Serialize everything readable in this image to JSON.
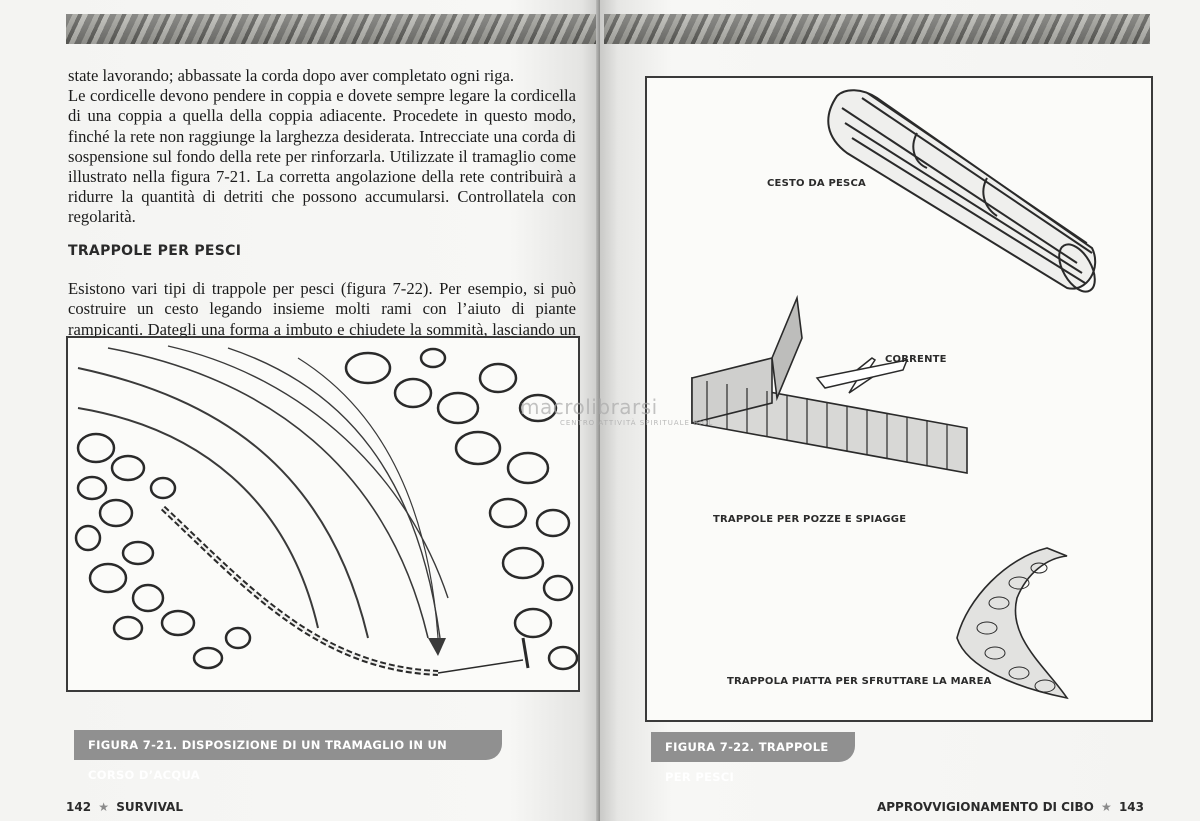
{
  "left_page": {
    "paragraph_1": "state lavorando; abbassate la corda dopo aver completato ogni riga.",
    "paragraph_2": "Le cordicelle devono pendere in coppia e dovete sempre legare la cordicella di una coppia a quella della coppia adiacente. Procedete in questo modo, finché la rete non raggiunge la larghezza desiderata. Intrecciate una corda di sospensione sul fondo della rete per rinforzarla. Utilizzate il tramaglio come illustrato nella figura 7-21. La corretta angolazione della rete contribuirà a ridurre la quantità di detriti che possono accumularsi. Controllatela con regolarità.",
    "heading": "TRAPPOLE PER PESCI",
    "paragraph_3": "Esistono vari tipi di trappole per pesci (figura 7-22). Per esempio, si può costruire un cesto legando insieme molti rami con l’aiuto di piante rampicanti. Dategli una forma a imbuto e chiudete la sommità, lasciando un passaggio per il pesce.",
    "figure_caption": "FIGURA 7-21. DISPOSIZIONE DI UN TRAMAGLIO IN UN CORSO D’ACQUA",
    "page_number": "142",
    "running_head": "SURVIVAL"
  },
  "right_page": {
    "labels": {
      "basket": "CESTO DA PESCA",
      "current": "CORRENTE",
      "pool_trap": "TRAPPOLE PER POZZE E SPIAGGE",
      "tide_trap": "TRAPPOLA PIATTA PER SFRUTTARE LA MAREA"
    },
    "figure_caption": "FIGURA 7-22. TRAPPOLE PER PESCI",
    "page_number": "143",
    "running_head": "APPROVVIGIONAMENTO DI CIBO"
  },
  "watermark": {
    "brand": "macrolibrarsi",
    "tagline": "CENTRO ATTIVITÀ SPIRITUALE BIOL"
  }
}
